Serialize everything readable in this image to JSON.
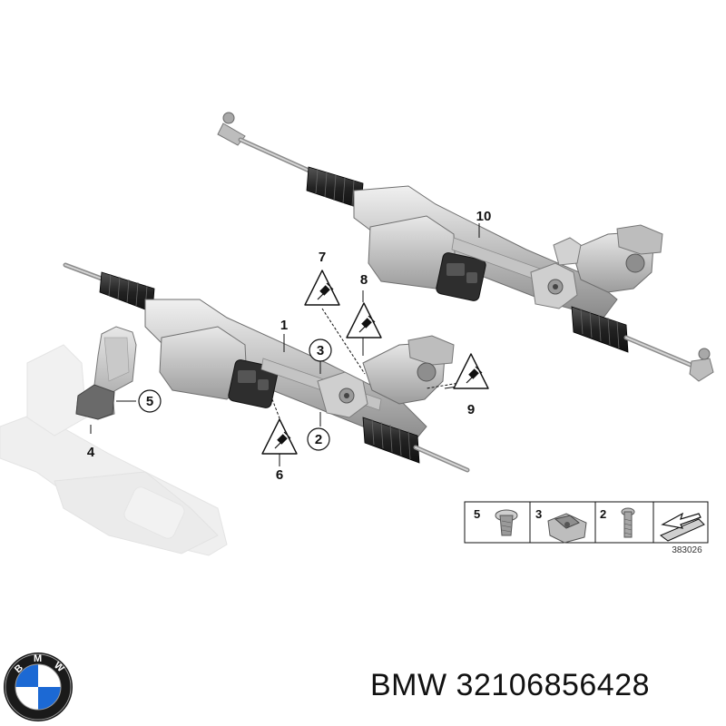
{
  "callouts": {
    "c1": "1",
    "c2": "2",
    "c3": "3",
    "c4": "4",
    "c5": "5",
    "c6": "6",
    "c7": "7",
    "c8": "8",
    "c9": "9",
    "c10": "10"
  },
  "legend": {
    "items": [
      "5",
      "3",
      "2"
    ],
    "diagram_number": "383026"
  },
  "brand": {
    "logo_letters": [
      "B",
      "M",
      "W"
    ],
    "colors": {
      "blue": "#1c69d4",
      "ring": "#1a1a1a",
      "white": "#ffffff"
    }
  },
  "footer": {
    "text": "BMW 32106856428"
  },
  "colors": {
    "part_fill": "#d6d6d6",
    "part_dark": "#5a5a5a",
    "ghost": "#e4e4e4"
  }
}
